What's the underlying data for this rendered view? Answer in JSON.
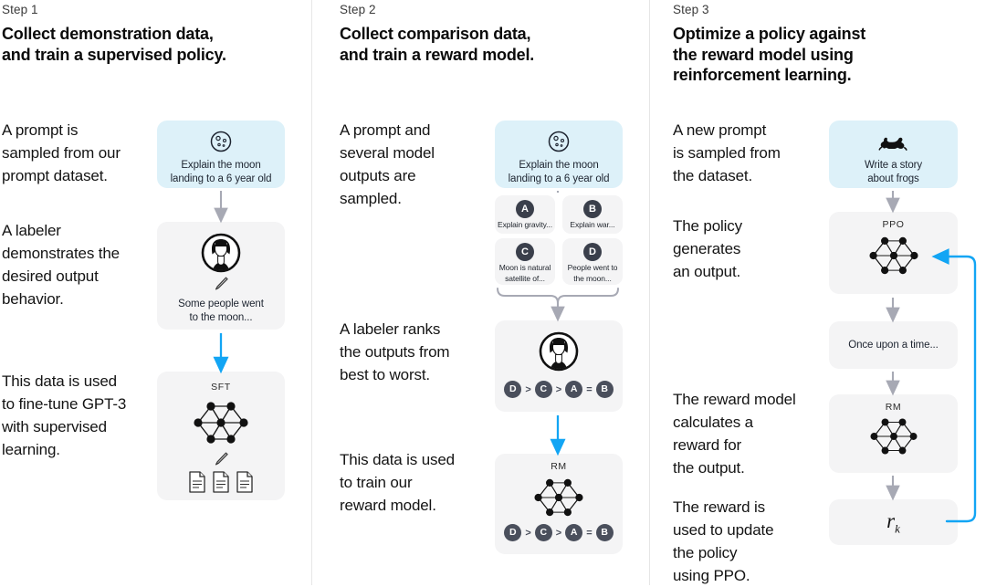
{
  "diagram": {
    "title": "InstructGPT RLHF three-step training diagram",
    "accent_blue": "#12a5f4",
    "prompt_box_color": "#ddf1f9",
    "card_color": "#f4f4f5",
    "arrow_gray": "#a7a9b4",
    "badge_color": "#3a3f4b"
  },
  "columns": [
    {
      "step_label": "Step 1",
      "title_line1": "Collect demonstration data,",
      "title_line2": "and train a supervised policy.",
      "captions": [
        "A prompt is\nsampled from our\nprompt dataset.",
        "A labeler\ndemonstrates the\ndesired output\nbehavior.",
        "This data is used\nto fine-tune GPT-3\nwith supervised\nlearning."
      ],
      "cards": [
        {
          "name": "prompt-card",
          "icon": "moon-icon",
          "text": "Explain the moon\nlanding to a 6 year old"
        },
        {
          "name": "labeler-card",
          "icon": "person-avatar-icon",
          "text": "Some people went\nto the moon..."
        },
        {
          "name": "sft-model-card",
          "icon": "neural-network-icon",
          "label": "SFT"
        }
      ]
    },
    {
      "step_label": "Step 2",
      "title_line1": "Collect comparison data,",
      "title_line2": "and train a reward model.",
      "captions": [
        "A prompt and\nseveral model\noutputs are\nsampled.",
        "A labeler ranks\nthe outputs from\nbest to worst.",
        "This data is used\nto train our\nreward model."
      ],
      "cards": [
        {
          "name": "prompt-card",
          "icon": "moon-icon",
          "text": "Explain the moon\nlanding to a 6 year old"
        },
        {
          "name": "ranking-card",
          "icon": "person-avatar-icon"
        },
        {
          "name": "rm-model-card",
          "icon": "neural-network-icon",
          "label": "RM"
        }
      ],
      "outputs": [
        {
          "badge": "A",
          "text": "Explain gravity..."
        },
        {
          "badge": "B",
          "text": "Explain war..."
        },
        {
          "badge": "C",
          "text": "Moon is natural\nsatellite of..."
        },
        {
          "badge": "D",
          "text": "People went to\nthe moon..."
        }
      ],
      "ranking": [
        "D",
        ">",
        "C",
        ">",
        "A",
        "=",
        "B"
      ]
    },
    {
      "step_label": "Step 3",
      "title_line1": "Optimize a policy against",
      "title_line2": "the reward model using",
      "title_line3": "reinforcement learning.",
      "captions": [
        "A new prompt\nis sampled from\nthe dataset.",
        "The policy\ngenerates\nan output.",
        "The reward model\ncalculates a\nreward for\nthe output.",
        "The reward is\nused to update\nthe policy\nusing PPO."
      ],
      "cards": [
        {
          "name": "prompt-card",
          "icon": "frog-icon",
          "text": "Write a story\nabout frogs"
        },
        {
          "name": "ppo-model-card",
          "icon": "neural-network-icon",
          "label": "PPO"
        },
        {
          "name": "output-card",
          "text": "Once upon a time..."
        },
        {
          "name": "rm-model-card",
          "icon": "neural-network-icon",
          "label": "RM"
        },
        {
          "name": "reward-card",
          "symbol": "r",
          "subscript": "k"
        }
      ]
    }
  ]
}
